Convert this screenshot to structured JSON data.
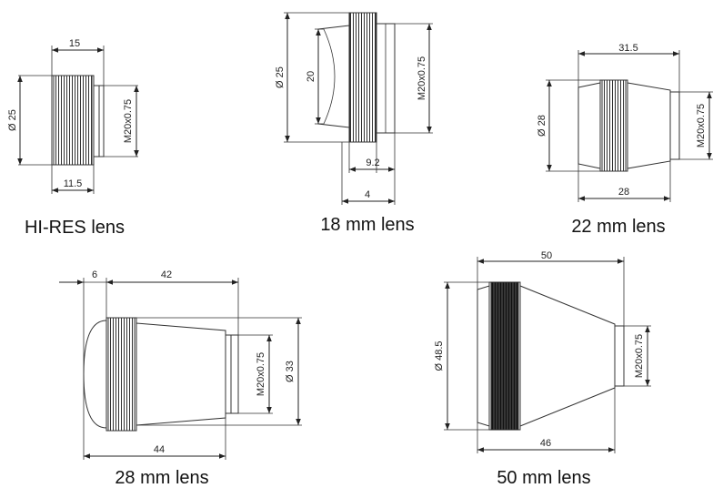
{
  "captions": {
    "hires": "HI-RES lens",
    "lens18": "18 mm lens",
    "lens22": "22 mm lens",
    "lens28": "28 mm lens",
    "lens50": "50 mm lens"
  },
  "dims": {
    "hires": {
      "top": "15",
      "dia": "Ø 25",
      "thread": "M20x0.75",
      "bottom": "11.5"
    },
    "lens18": {
      "dia": "Ø 25",
      "inner": "20",
      "thread": "M20x0.75",
      "mid": "9.2",
      "bottom": "4"
    },
    "lens22": {
      "top": "31.5",
      "dia": "Ø 28",
      "thread": "M20x0.75",
      "bottom": "28"
    },
    "lens28": {
      "front": "6",
      "top": "42",
      "thread": "M20x0.75",
      "dia": "Ø 33",
      "bottom": "44"
    },
    "lens50": {
      "top": "50",
      "dia": "Ø 48.5",
      "thread": "M20x0.75",
      "bottom": "46"
    }
  }
}
